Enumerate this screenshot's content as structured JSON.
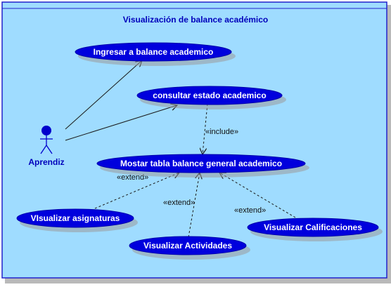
{
  "diagram": {
    "system_title": "Visualización de balance académico",
    "actor": {
      "name": "Aprendiz",
      "icon": "stick-figure-icon"
    },
    "use_cases": [
      {
        "id": "uc1",
        "label": "Ingresar a balance academico"
      },
      {
        "id": "uc2",
        "label": "consultar estado academico"
      },
      {
        "id": "uc3",
        "label": "Mostar tabla balance general academico"
      },
      {
        "id": "uc4",
        "label": "VIsualizar asignaturas"
      },
      {
        "id": "uc5",
        "label": "Visualizar Actividades"
      },
      {
        "id": "uc6",
        "label": "Visualizar Calificaciones"
      }
    ],
    "relations": [
      {
        "label": "«include»"
      },
      {
        "label": "«extend»"
      },
      {
        "label": "«extend»"
      },
      {
        "label": "«extend»"
      }
    ]
  },
  "colors": {
    "boundary_fill": "#9fdcff",
    "boundary_stroke": "#2222cc",
    "usecase_fill": "#0000dd",
    "usecase_stroke": "#0000aa",
    "actor_color": "#0000cc",
    "text_dark": "#111111",
    "title_color": "#0000bb"
  }
}
